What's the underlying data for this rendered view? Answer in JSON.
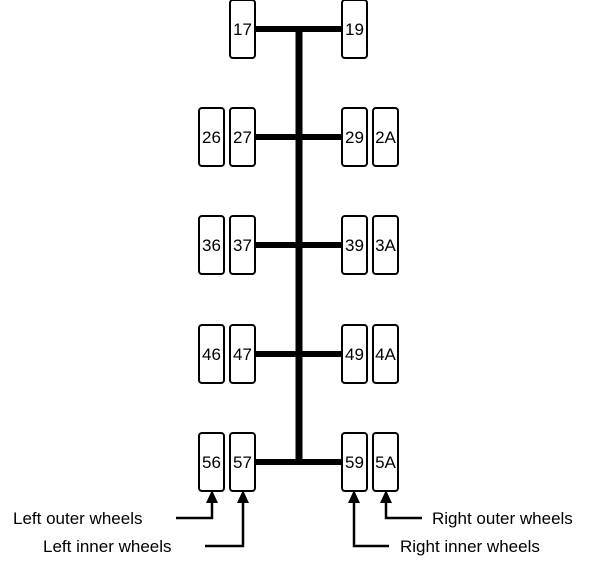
{
  "diagram": {
    "axles": [
      {
        "left_outer": null,
        "left_inner": "17",
        "right_inner": "19",
        "right_outer": null
      },
      {
        "left_outer": "26",
        "left_inner": "27",
        "right_inner": "29",
        "right_outer": "2A"
      },
      {
        "left_outer": "36",
        "left_inner": "37",
        "right_inner": "39",
        "right_outer": "3A"
      },
      {
        "left_outer": "46",
        "left_inner": "47",
        "right_inner": "49",
        "right_outer": "4A"
      },
      {
        "left_outer": "56",
        "left_inner": "57",
        "right_inner": "59",
        "right_outer": "5A"
      }
    ],
    "callouts": {
      "left_outer": "Left outer wheels",
      "left_inner": "Left inner wheels",
      "right_inner": "Right inner wheels",
      "right_outer": "Right outer wheels"
    }
  }
}
